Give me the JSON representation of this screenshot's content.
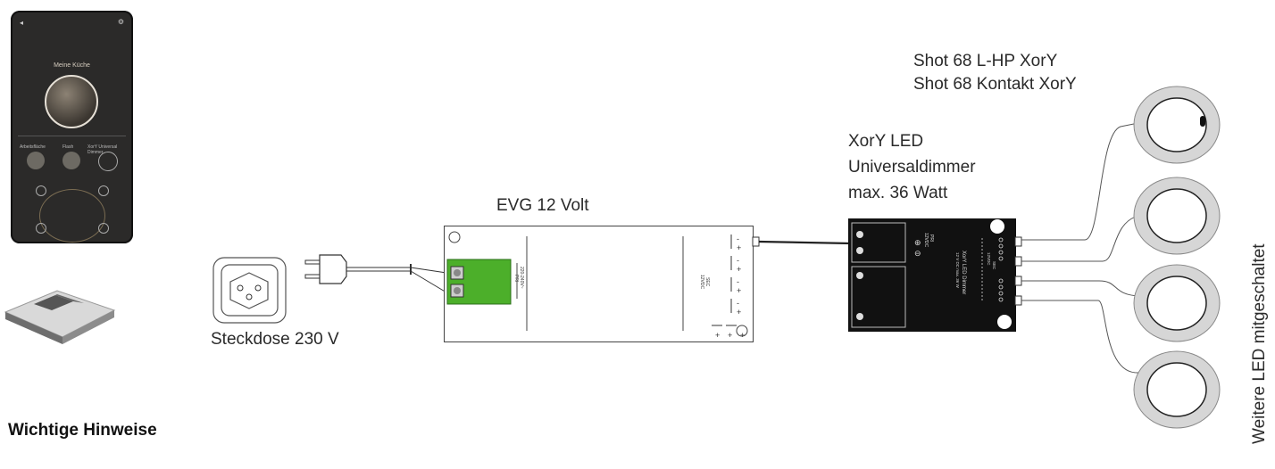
{
  "phone": {
    "screen_title": "Meine Küche",
    "devices": [
      "Arbeitsfläche",
      "Flash",
      "XorY Universal Dimmer"
    ]
  },
  "labels": {
    "socket": "Steckdose 230 V",
    "evg": "EVG 12 Volt",
    "dimmer_line1": "XorY  LED",
    "dimmer_line2": "Universaldimmer",
    "dimmer_line3": "max. 36 Watt",
    "shot_line1": "Shot 68 L-HP XorY",
    "shot_line2": "Shot 68 Kontakt XorY",
    "weitere": "Weitere LED mitgeschaltet",
    "hinweise": "Wichtige Hinweise"
  },
  "evg_print": {
    "pri": "PRI",
    "pri_rating": "220-240V~",
    "sec": "SEC",
    "sec_rating": "12VDC"
  },
  "dimmer_print": {
    "pri": "PRI",
    "pri_rating": "12VDC",
    "brand": "XorY LED Dimmer",
    "spec": "12 V DC max. 36 W",
    "sec": "SEC",
    "sec_rating": "12VDC"
  }
}
